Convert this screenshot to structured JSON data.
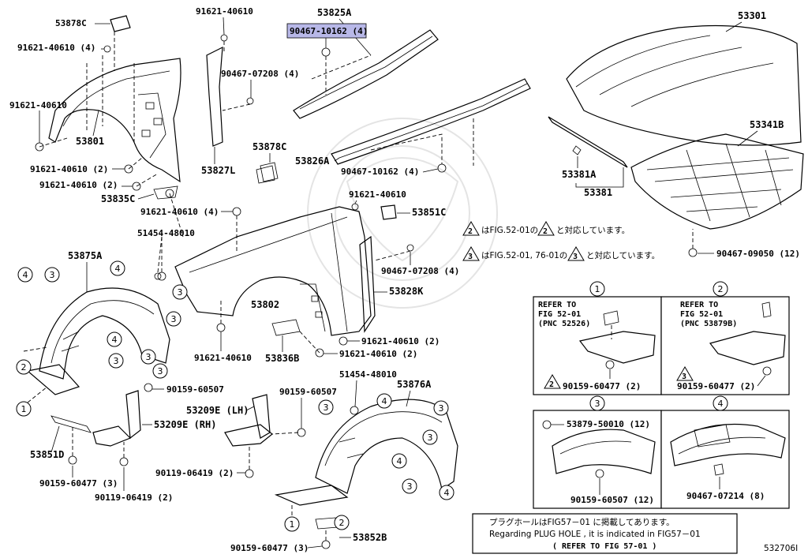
{
  "labels": {
    "p53878C_top": "53878C",
    "p91621_40610_a": "91621-40610",
    "p91621_40610_4a": "91621-40610 (4)",
    "p91621_40610_b": "91621-40610",
    "p53801": "53801",
    "p91621_40610_2a": "91621-40610 (2)",
    "p91621_40610_2b": "91621-40610 (2)",
    "p53835C": "53835C",
    "p91621_40610_4b": "91621-40610 (4)",
    "p53827L": "53827L",
    "p90467_07208_4a": "90467-07208 (4)",
    "p53825A": "53825A",
    "p90467_10162_4a": "90467-10162 (4)",
    "p53878C_mid": "53878C",
    "p53826A": "53826A",
    "p90467_10162_4b": "90467-10162 (4)",
    "p53301": "53301",
    "p53341B": "53341B",
    "p53381A": "53381A",
    "p53381": "53381",
    "p90467_09050": "90467-09050 (12)",
    "p91621_40610_c": "91621-40610",
    "p53851C": "53851C",
    "p90467_07208_4b": "90467-07208 (4)",
    "p53828K": "53828K",
    "p51454_48010_a": "51454-48010",
    "p53875A": "53875A",
    "p53802": "53802",
    "p91621_40610_d": "91621-40610",
    "p53836B": "53836B",
    "p91621_40610_2c": "91621-40610 (2)",
    "p91621_40610_2d": "91621-40610 (2)",
    "p90159_60507_a": "90159-60507",
    "p53851D": "53851D",
    "p53209E_RH": "53209E (RH)",
    "p53209E_LH": "53209E (LH)",
    "p90159_60477_3a": "90159-60477 (3)",
    "p90119_06419_2a": "90119-06419 (2)",
    "p90119_06419_2b": "90119-06419 (2)",
    "p90159_60507_b": "90159-60507",
    "p51454_48010_b": "51454-48010",
    "p53876A": "53876A",
    "p90159_60477_3b": "90159-60477 (3)",
    "p53852B": "53852B"
  },
  "notes": {
    "note1_suffix": "はFIG.52-01の",
    "note1_tail": "と対応しています。",
    "note1_ref": "2",
    "note2_suffix": "はFIG.52-01, 76-01の",
    "note2_tail": "と対応しています。",
    "note2_ref": "3"
  },
  "insets": {
    "i1": {
      "num": "1",
      "refer_line1": "REFER TO",
      "refer_line2": "FIG 52-01",
      "refer_line3": "(PNC 52526)",
      "bolt_ref": "2",
      "bolt": "90159-60477 (2)"
    },
    "i2": {
      "num": "2",
      "refer_line1": "REFER TO",
      "refer_line2": "FIG 52-01",
      "refer_line3": "(PNC 53879B)",
      "bolt_ref": "3",
      "bolt": "90159-60477 (2)"
    },
    "i3": {
      "num": "3",
      "clip": "53879-50010 (12)",
      "bolt": "90159-60507 (12)"
    },
    "i4": {
      "num": "4",
      "clip": "90467-07214 (8)"
    }
  },
  "callouts": {
    "c1": "1",
    "c2": "2",
    "c3": "3",
    "c4": "4"
  },
  "plug_note": {
    "line1": "プラグホールはFIG57－01 に掲載してあります。",
    "line2": "Regarding  PLUG HOLE , it is indicated in FIG57－01",
    "line3": "(  REFER TO FIG 57-01  )"
  },
  "figure_id": "532706I",
  "highlight_color": "#b8b8e8"
}
